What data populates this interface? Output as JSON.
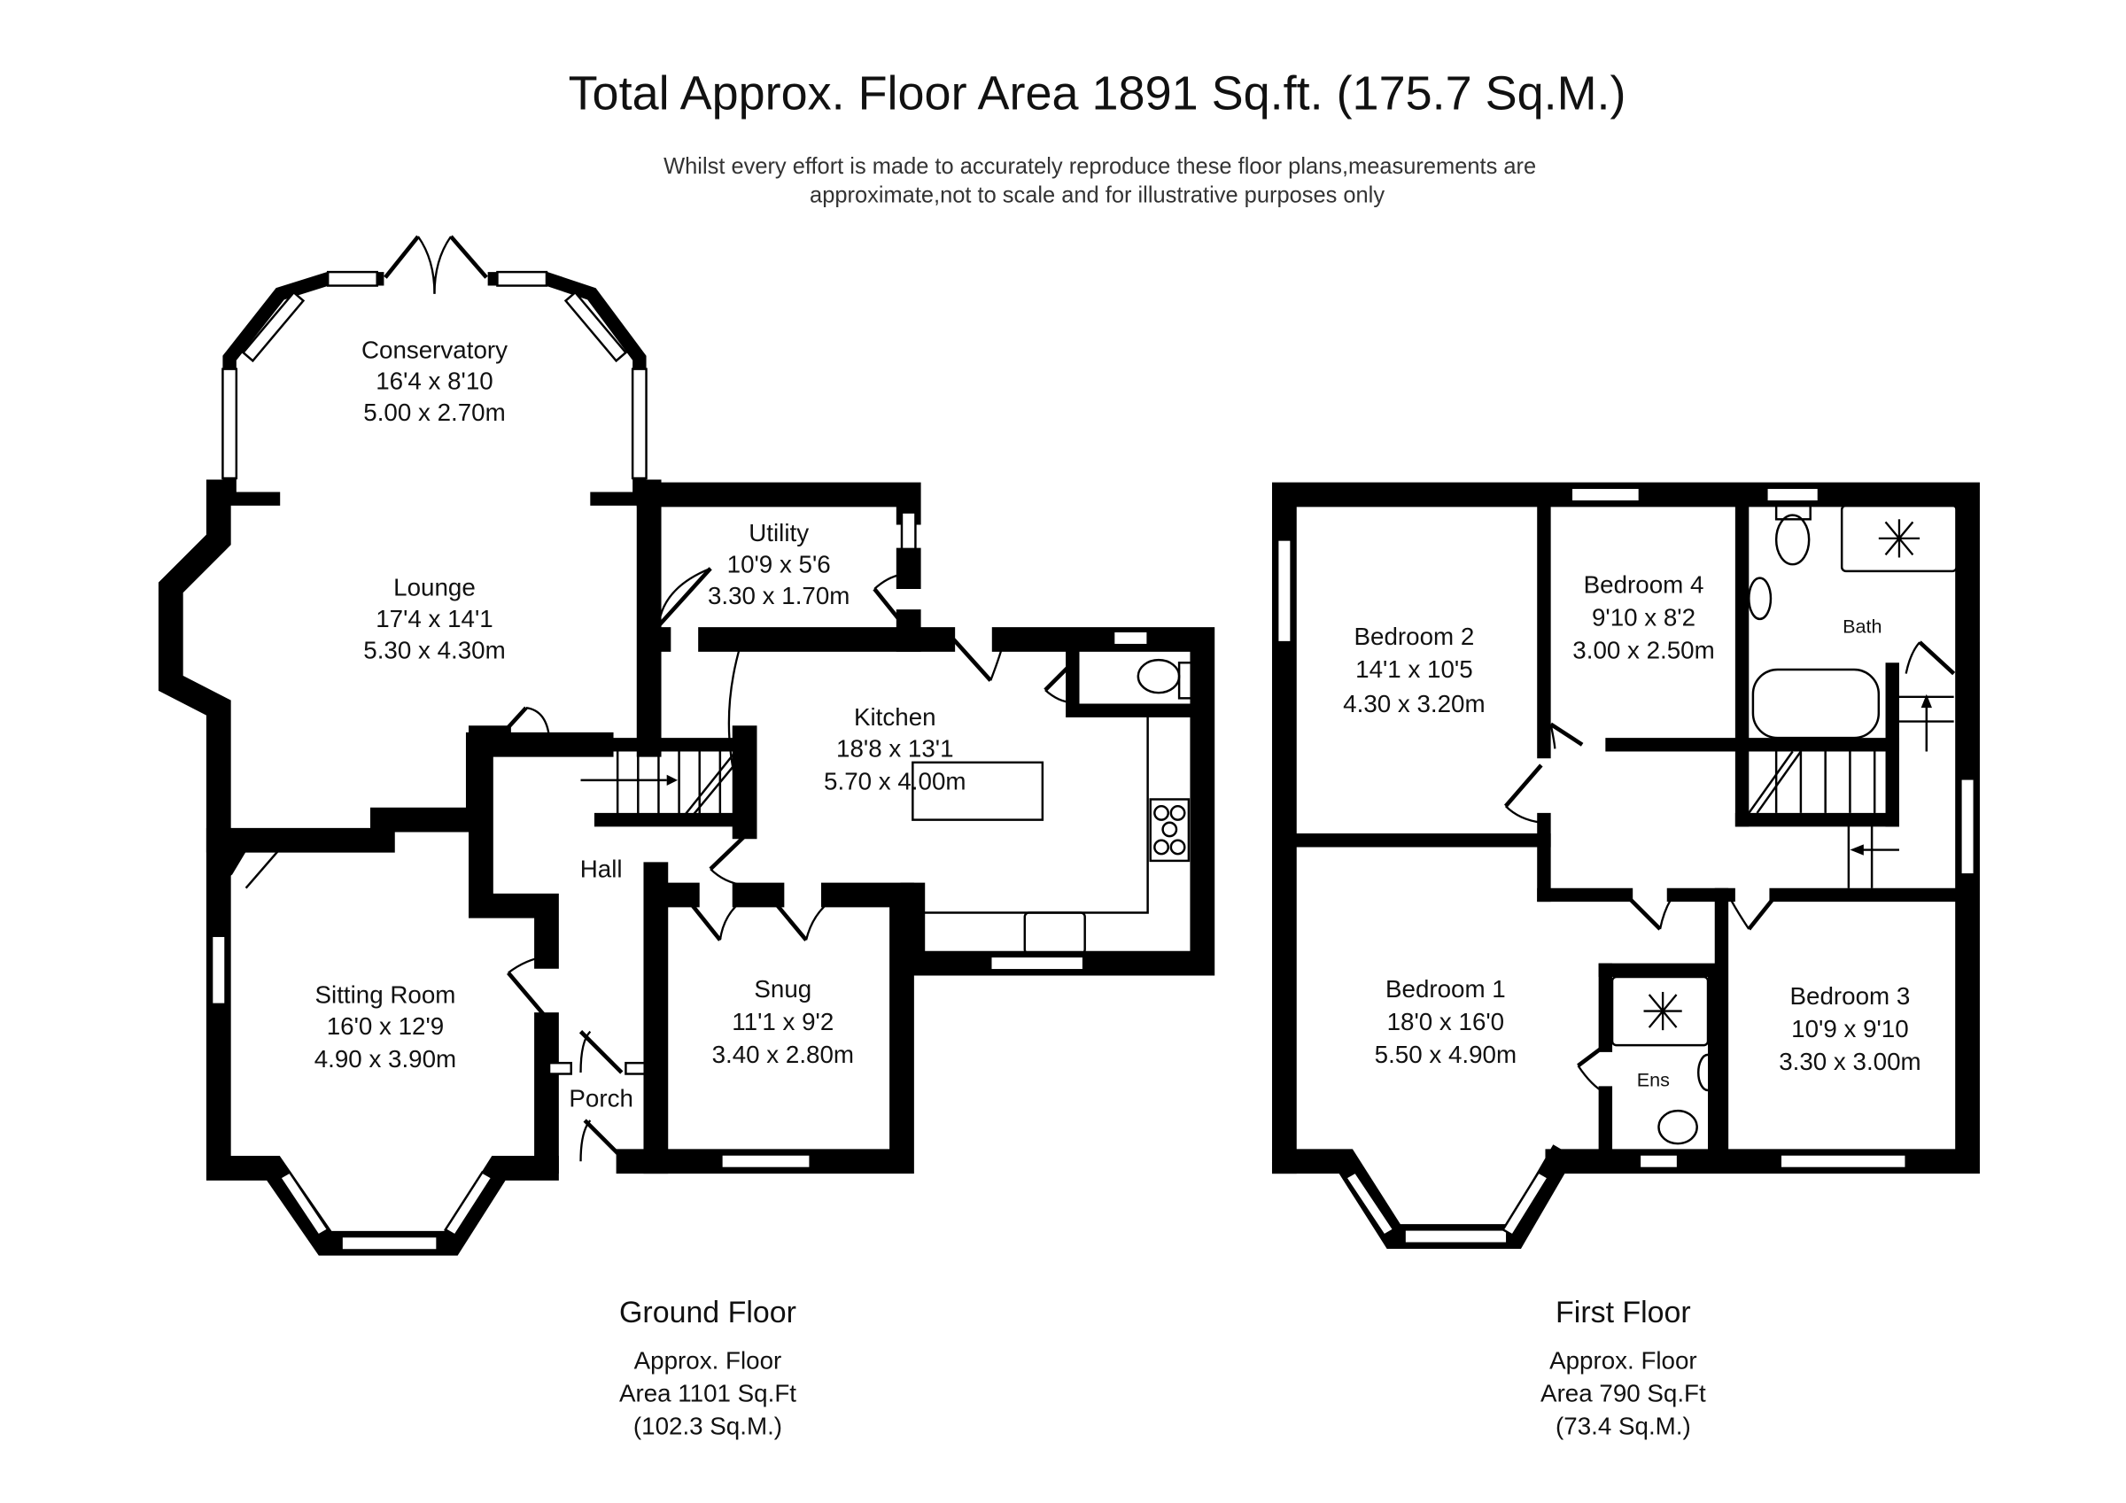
{
  "header": {
    "title": "Total Approx. Floor Area 1891 Sq.ft. (175.7 Sq.M.)",
    "disclaimer_line1": "Whilst every effort is made to accurately reproduce these floor plans,measurements are",
    "disclaimer_line2": "approximate,not to scale and for illustrative purposes only"
  },
  "ground_floor": {
    "name": "Ground Floor",
    "area_line1": "Approx. Floor",
    "area_line2": "Area 1101 Sq.Ft",
    "area_line3": "(102.3 Sq.M.)",
    "rooms": [
      {
        "name": "Conservatory",
        "imperial": "16'4 x 8'10",
        "metric": "5.00 x 2.70m"
      },
      {
        "name": "Lounge",
        "imperial": "17'4 x 14'1",
        "metric": "5.30 x 4.30m"
      },
      {
        "name": "Utility",
        "imperial": "10'9 x 5'6",
        "metric": "3.30 x 1.70m"
      },
      {
        "name": "Kitchen",
        "imperial": "18'8 x 13'1",
        "metric": "5.70 x 4.00m"
      },
      {
        "name": "Hall"
      },
      {
        "name": "Sitting Room",
        "imperial": "16'0 x 12'9",
        "metric": "4.90 x 3.90m"
      },
      {
        "name": "Snug",
        "imperial": "11'1 x 9'2",
        "metric": "3.40 x 2.80m"
      },
      {
        "name": "Porch"
      }
    ]
  },
  "first_floor": {
    "name": "First Floor",
    "area_line1": "Approx. Floor",
    "area_line2": "Area 790 Sq.Ft",
    "area_line3": "(73.4 Sq.M.)",
    "rooms": [
      {
        "name": "Bedroom 2",
        "imperial": "14'1 x 10'5",
        "metric": "4.30 x 3.20m"
      },
      {
        "name": "Bedroom 4",
        "imperial": "9'10 x 8'2",
        "metric": "3.00 x 2.50m"
      },
      {
        "name": "Bath"
      },
      {
        "name": "Bedroom 1",
        "imperial": "18'0 x 16'0",
        "metric": "5.50 x 4.90m"
      },
      {
        "name": "Ens"
      },
      {
        "name": "Bedroom 3",
        "imperial": "10'9 x 9'10",
        "metric": "3.30 x 3.00m"
      }
    ]
  }
}
